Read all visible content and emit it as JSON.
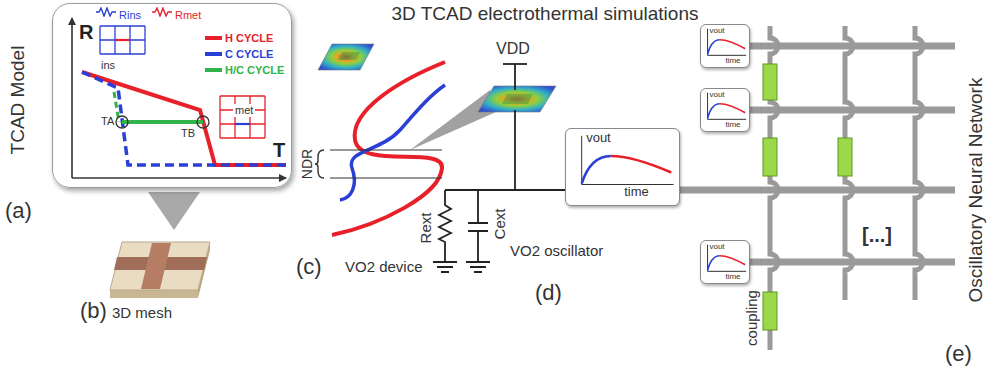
{
  "diagram": {
    "title": "3D TCAD electrothermal simulations",
    "nodes": [
      {
        "text": [
          "R",
          "T",
          "ins",
          "met",
          "TA",
          "TB"
        ]
      },
      {
        "text": [
          "vout",
          "time"
        ]
      },
      {
        "text": [
          "vout",
          "time"
        ]
      },
      {
        "text": [
          "vout",
          "time"
        ]
      },
      {
        "text": [
          "vout",
          "time"
        ]
      }
    ],
    "labels": [
      "TCAD Model",
      "(a)",
      "(b)",
      "3D mesh",
      "(c)",
      "NDR",
      "VO2 device",
      "VDD",
      "Rext",
      "Cext",
      "VO2 oscillator",
      "(d)",
      "coupling",
      "[...]",
      "Oscillatory Neural Network",
      "(e)"
    ],
    "legend": [
      {
        "text": "Rins",
        "color": "#2a3fd6"
      },
      {
        "text": "Rmet",
        "color": "#e8202a"
      },
      {
        "text": "H CYCLE",
        "color": "#e8202a"
      },
      {
        "text": "C CYCLE",
        "color": "#2a3fd6"
      },
      {
        "text": "H/C CYCLE",
        "color": "#2fb34a"
      }
    ]
  }
}
